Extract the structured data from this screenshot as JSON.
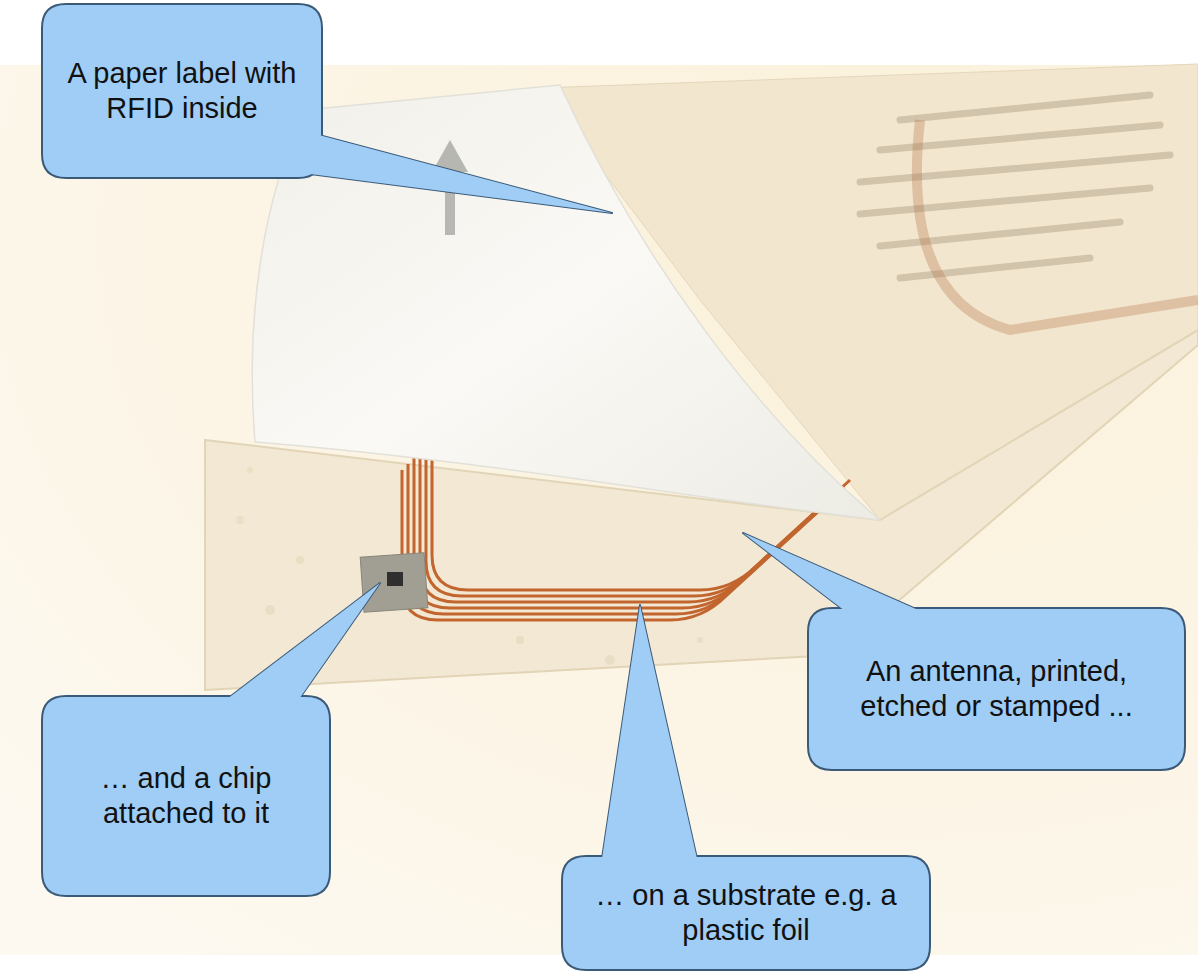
{
  "diagram": {
    "nodes": [
      {
        "text": [
          "A paper label with RFID inside"
        ]
      },
      {
        "text": [
          "… and a chip attached to it"
        ]
      },
      {
        "text": [
          "An antenna, printed, etched or stamped ..."
        ]
      },
      {
        "text": [
          "… on a substrate e.g. a plastic foil"
        ]
      }
    ]
  }
}
